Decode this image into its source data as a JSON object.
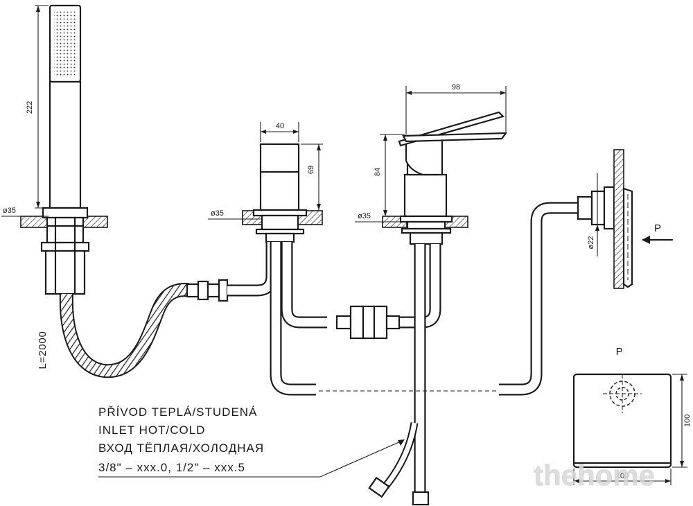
{
  "dimensions": {
    "shower_height": "222",
    "shower_dia": "ø35",
    "hose_length": "L=2000",
    "spout_width": "40",
    "spout_height": "69",
    "spout_dia": "ø35",
    "mixer_width": "98",
    "mixer_height": "84",
    "mixer_dia": "ø35",
    "valve_dia": "ø22",
    "plate_height": "100",
    "plate_width": "100"
  },
  "views": {
    "arrow_label": "P",
    "plate_view_label": "P"
  },
  "note": {
    "line1": "PŘÍVOD TEPLÁ/STUDENÁ",
    "line2": "INLET HOT/COLD",
    "line3": "ВХОД ТЁПЛАЯ/ХОЛОДНАЯ",
    "line4": "3/8\" – xxx.0, 1/2\" – xxx.5"
  },
  "watermark": "thehome"
}
